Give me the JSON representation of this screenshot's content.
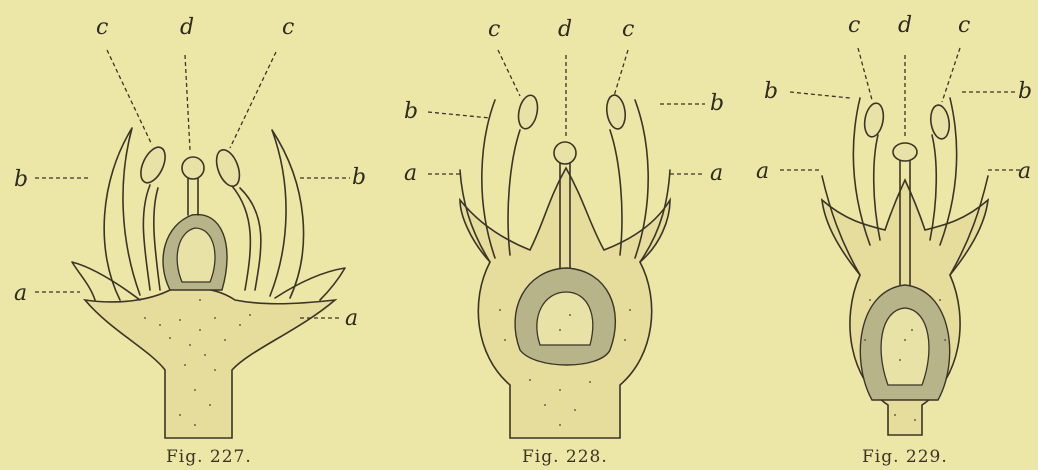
{
  "figures": [
    {
      "caption": "Fig. 227.",
      "labels": {
        "a": "a",
        "b": "b",
        "c": "c",
        "d": "d"
      }
    },
    {
      "caption": "Fig. 228.",
      "labels": {
        "a": "a",
        "b": "b",
        "c": "c",
        "d": "d"
      }
    },
    {
      "caption": "Fig. 229.",
      "labels": {
        "a": "a",
        "b": "b",
        "c": "c",
        "d": "d"
      }
    }
  ]
}
